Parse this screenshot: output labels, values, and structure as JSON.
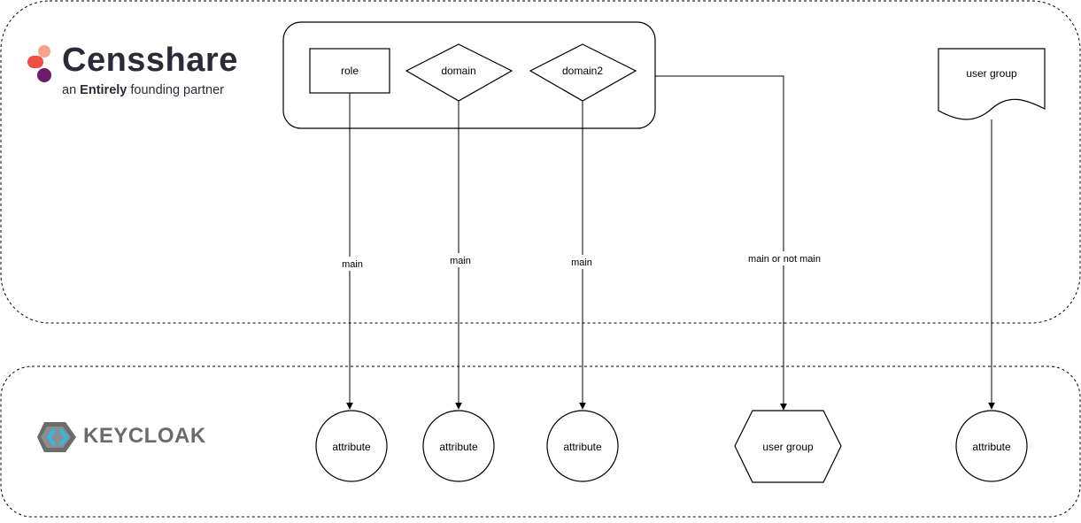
{
  "logos": {
    "censhare": {
      "name": "Censshare",
      "tagline_prefix": "an",
      "tagline_bold": "Entirely",
      "tagline_suffix": "founding partner"
    },
    "keycloak": {
      "name": "KEYCLOAK"
    }
  },
  "nodes": {
    "role": "role",
    "domain": "domain",
    "domain2": "domain2",
    "user_group_source": "user group",
    "attribute_1": "attribute",
    "attribute_2": "attribute",
    "attribute_3": "attribute",
    "user_group_target": "user group",
    "attribute_4": "attribute"
  },
  "edges": {
    "role_to_attribute": "main",
    "domain_to_attribute": "main",
    "domain2_to_attribute": "main",
    "group_to_user_group": "main or not main"
  },
  "colors": {
    "stroke": "#000000",
    "censhare_red": "#f04e45",
    "censhare_peach": "#f6a28e",
    "censhare_purple": "#6a1b6b",
    "keycloak_blue": "#33b6e8",
    "keycloak_gray": "#6b6b6b"
  }
}
